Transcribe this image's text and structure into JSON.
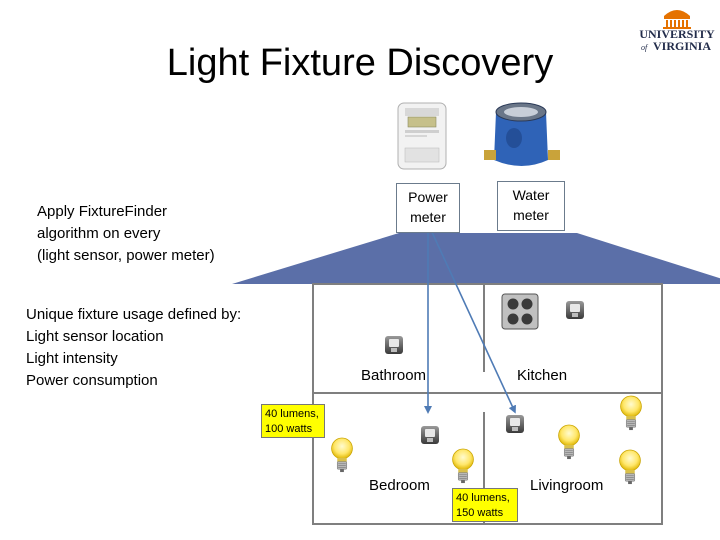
{
  "title": "Light Fixture Discovery",
  "logo": {
    "line1": "UNIVERSITY",
    "line2": "VIRGINIA",
    "of_text": "of"
  },
  "algorithm_text": [
    "Apply FixtureFinder",
    "algorithm on every",
    "(light sensor, power meter)"
  ],
  "usage_text": [
    "Unique fixture usage  defined by:",
    "Light sensor location",
    "Light intensity",
    "Power consumption"
  ],
  "meters": {
    "power": {
      "line1": "Power",
      "line2": "meter",
      "icon": "power-meter-icon"
    },
    "water": {
      "line1": "Water",
      "line2": "meter",
      "icon": "water-meter-icon"
    }
  },
  "rooms": {
    "bathroom": "Bathroom",
    "kitchen": "Kitchen",
    "bedroom": "Bedroom",
    "livingroom": "Livingroom"
  },
  "callouts": {
    "left": {
      "line1": "40 lumens,",
      "line2": "100 watts"
    },
    "right": {
      "line1": "40 lumens,",
      "line2": "150 watts"
    }
  },
  "colors": {
    "roof": "#5b6fa8",
    "wall": "#7f7f7f",
    "arrow": "#4f7bb5",
    "callout_fill": "#ffff00",
    "uva_orange": "#e57200",
    "uva_navy": "#232d4b"
  },
  "icons": [
    "light-bulb-icon",
    "light-sensor-icon",
    "stove-icon"
  ]
}
